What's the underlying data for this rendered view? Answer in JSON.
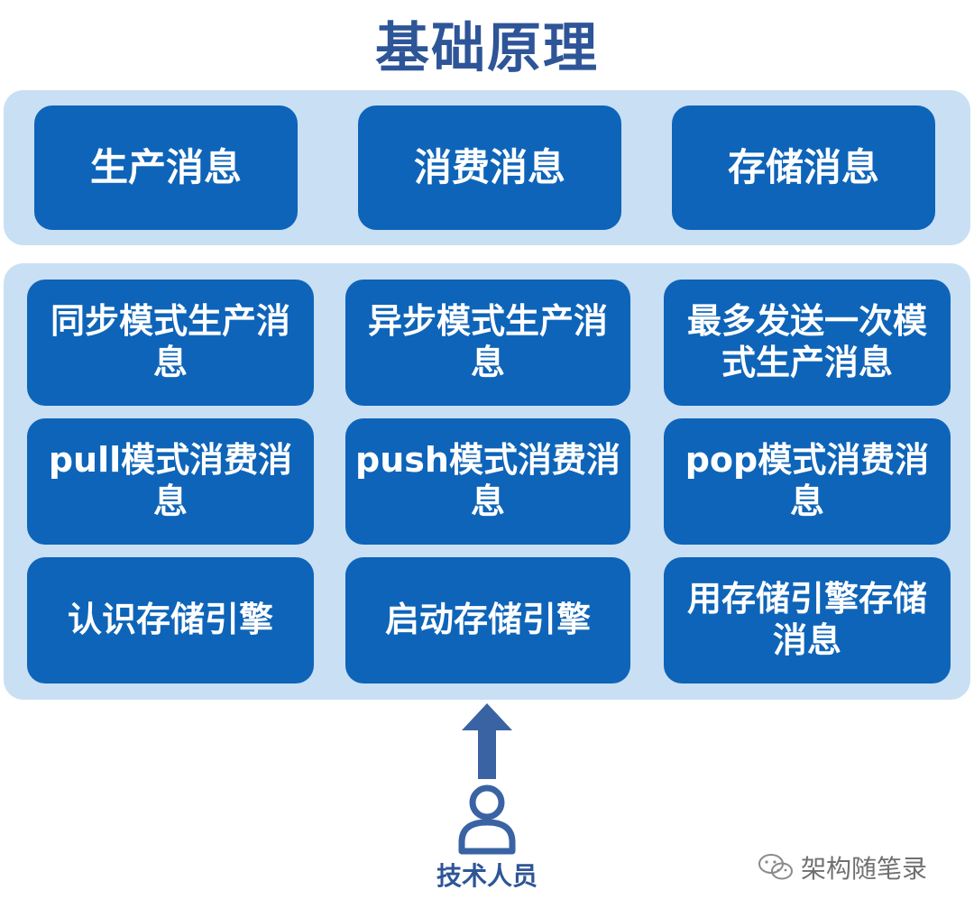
{
  "title": "基础原理",
  "top_row": [
    "生产消息",
    "消费消息",
    "存储消息"
  ],
  "detail_grid": [
    [
      "同步模式生产消息",
      "异步模式生产消息",
      "最多发送一次模式生产消息"
    ],
    [
      "pull模式消费消息",
      "push模式消费消息",
      "pop模式消费消息"
    ],
    [
      "认识存储引擎",
      "启动存储引擎",
      "用存储引擎存储消息"
    ]
  ],
  "actor": {
    "label": "技术人员",
    "icon": "person-icon"
  },
  "arrow": {
    "icon": "arrow-up-icon"
  },
  "watermark": {
    "text": "架构随笔录",
    "icon": "wechat-icon"
  },
  "colors": {
    "title": "#2E5597",
    "panel": "#C9DFF4",
    "box": "#0E64B8",
    "arrow": "#3A63A4"
  }
}
